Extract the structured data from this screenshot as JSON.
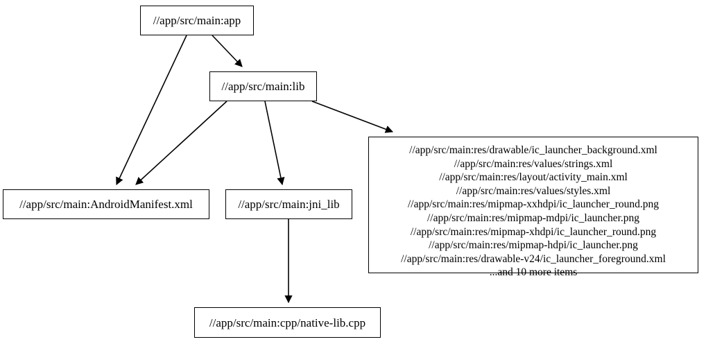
{
  "diagram": {
    "type": "directed-graph",
    "title": "Bazel target dependency graph",
    "background_color": "#ffffff",
    "line_color": "#000000",
    "node_fill": "#ffffff",
    "nodes": [
      {
        "id": "app",
        "label": "//app/src/main:app"
      },
      {
        "id": "lib",
        "label": "//app/src/main:lib"
      },
      {
        "id": "manifest",
        "label": "//app/src/main:AndroidManifest.xml"
      },
      {
        "id": "jni_lib",
        "label": "//app/src/main:jni_lib"
      },
      {
        "id": "native_lib",
        "label": "//app/src/main:cpp/native-lib.cpp"
      },
      {
        "id": "resources",
        "lines": [
          "//app/src/main:res/drawable/ic_launcher_background.xml",
          "//app/src/main:res/values/strings.xml",
          "//app/src/main:res/layout/activity_main.xml",
          "//app/src/main:res/values/styles.xml",
          "//app/src/main:res/mipmap-xxhdpi/ic_launcher_round.png",
          "//app/src/main:res/mipmap-mdpi/ic_launcher.png",
          "//app/src/main:res/mipmap-xhdpi/ic_launcher_round.png",
          "//app/src/main:res/mipmap-hdpi/ic_launcher.png",
          "//app/src/main:res/drawable-v24/ic_launcher_foreground.xml",
          "...and 10 more items"
        ]
      }
    ],
    "edges": [
      {
        "from": "app",
        "to": "lib"
      },
      {
        "from": "app",
        "to": "manifest"
      },
      {
        "from": "lib",
        "to": "manifest"
      },
      {
        "from": "lib",
        "to": "jni_lib"
      },
      {
        "from": "lib",
        "to": "resources"
      },
      {
        "from": "jni_lib",
        "to": "native_lib"
      }
    ]
  }
}
